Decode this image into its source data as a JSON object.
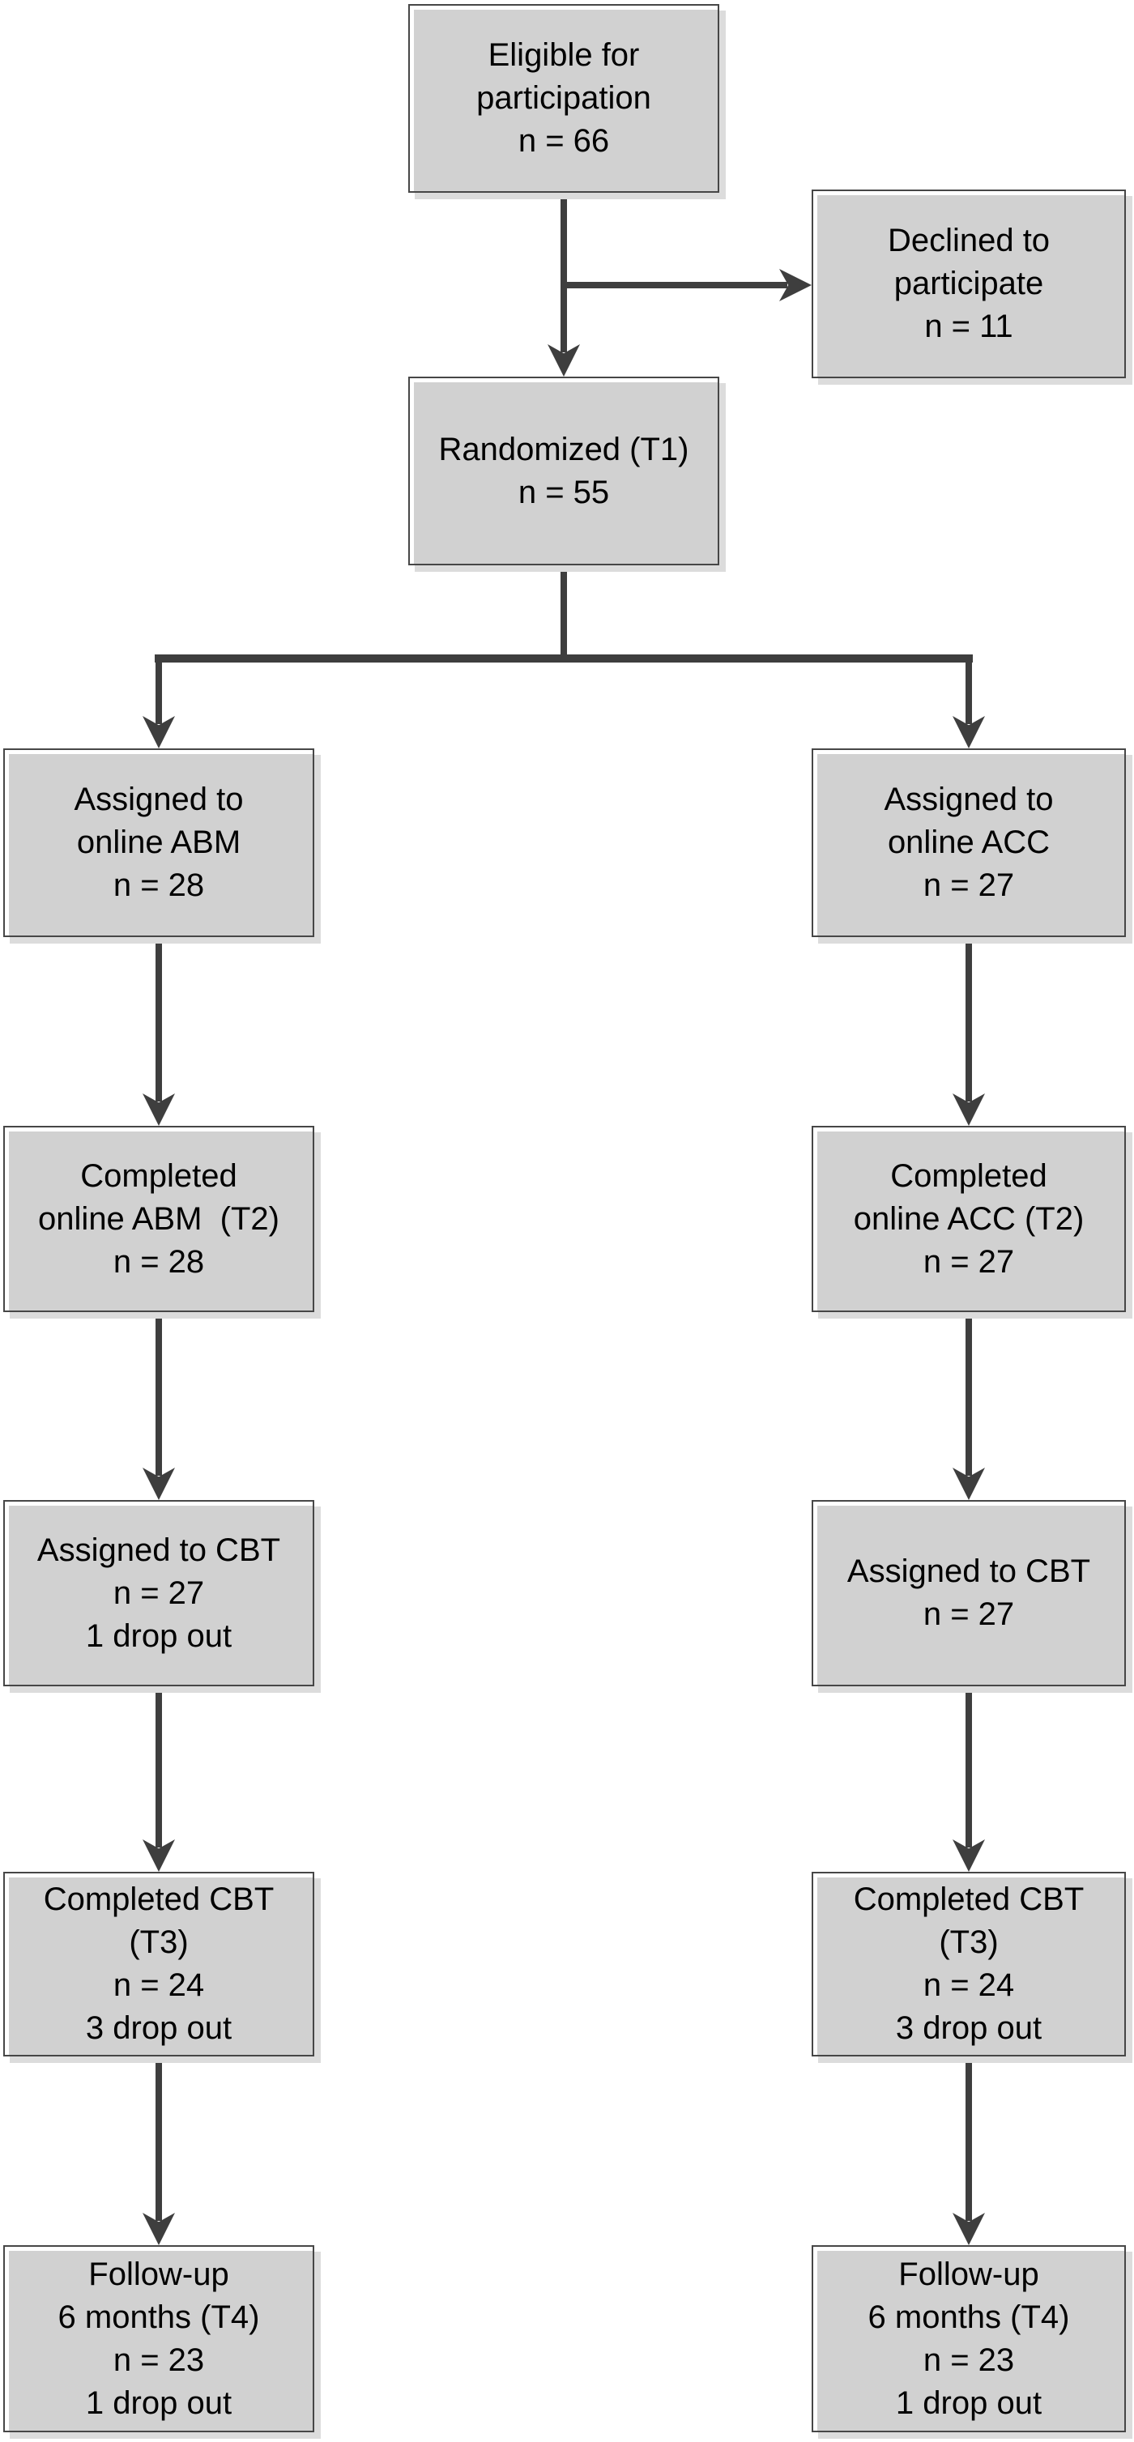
{
  "figure": {
    "kind": "participant-flow-diagram",
    "colors": {
      "background": "#ffffff",
      "box_fill": "#d1d1d1",
      "box_border": "#474747",
      "box_shadow": "#dcdcdc",
      "arrow": "#3e3e3e",
      "text": "#000000"
    },
    "boxes": {
      "eligible": {
        "text": "Eligible for\nparticipation\nn = 66"
      },
      "declined": {
        "text": "Declined to\nparticipate\nn = 11"
      },
      "randomized": {
        "text": "Randomized (T1)\nn = 55"
      },
      "assigned_abm": {
        "text": "Assigned to\nonline ABM\nn = 28"
      },
      "assigned_acc": {
        "text": "Assigned to\nonline ACC\nn = 27"
      },
      "completed_abm": {
        "text": "Completed\nonline ABM  (T2)\nn = 28"
      },
      "completed_acc": {
        "text": "Completed\nonline ACC (T2)\nn = 27"
      },
      "assigned_cbt_left": {
        "text": "Assigned to CBT\nn = 27\n1 drop out"
      },
      "assigned_cbt_right": {
        "text": "Assigned to CBT\nn = 27"
      },
      "completed_cbt_left": {
        "text": "Completed CBT (T3)\nn = 24\n3 drop out"
      },
      "completed_cbt_right": {
        "text": "Completed CBT (T3)\nn = 24\n3 drop out"
      },
      "followup_left": {
        "text": "Follow-up\n6 months (T4)\nn = 23\n1 drop out"
      },
      "followup_right": {
        "text": "Follow-up\n6 months (T4)\nn = 23\n1 drop out"
      }
    },
    "edges": [
      "eligible -> declined",
      "eligible -> randomized",
      "randomized -> assigned_abm",
      "randomized -> assigned_acc",
      "assigned_abm -> completed_abm",
      "assigned_acc -> completed_acc",
      "completed_abm -> assigned_cbt_left",
      "completed_acc -> assigned_cbt_right",
      "assigned_cbt_left -> completed_cbt_left",
      "assigned_cbt_right -> completed_cbt_right",
      "completed_cbt_left -> followup_left",
      "completed_cbt_right -> followup_right"
    ]
  }
}
